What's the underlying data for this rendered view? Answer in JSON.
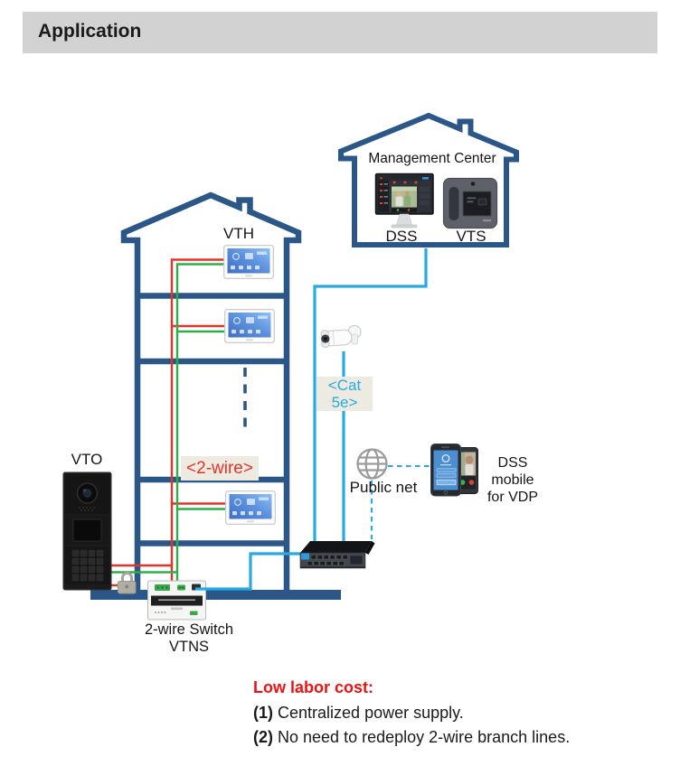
{
  "header": {
    "title": "Application"
  },
  "management_center": {
    "title": "Management Center",
    "dss_label": "DSS",
    "vts_label": "VTS"
  },
  "residence": {
    "vth_label": "VTH",
    "vto_label": "VTO",
    "wire_tag": "<2-wire>",
    "switch_name": "2-wire Switch",
    "switch_model": "VTNS"
  },
  "network": {
    "cable_tag_line1": "<Cat",
    "cable_tag_line2": "5e>",
    "public_net_label": "Public net",
    "mobile_caption_line1": "DSS",
    "mobile_caption_line2": "mobile",
    "mobile_caption_line3": "for VDP"
  },
  "notes": {
    "heading": "Low labor cost:",
    "items": [
      {
        "num": "(1)",
        "text": "Centralized power supply."
      },
      {
        "num": "(2)",
        "text": "No need to redeploy 2-wire branch lines."
      }
    ]
  },
  "colors": {
    "outline_blue": "#2A5787",
    "wire_red": "#E43327",
    "wire_green": "#2EAD4B",
    "wire_cyan": "#27A9E1",
    "tag_background": "#EDEBE1",
    "note_red": "#ED1111",
    "header_background": "#D2D2D2"
  }
}
